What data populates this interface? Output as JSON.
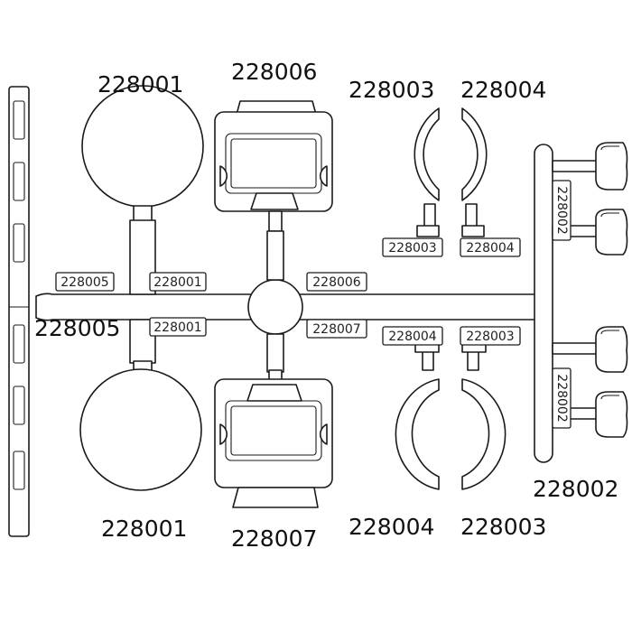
{
  "callouts": {
    "tl": "228001",
    "tc": "228006",
    "tr_a": "228003",
    "tr_b": "228004",
    "left_mid": "228005",
    "bl": "228001",
    "bc": "228007",
    "br_a": "228004",
    "br_b": "228003",
    "right_bottom": "228002"
  },
  "tags": {
    "runner_left": "228005",
    "runner_dome_top": "228001",
    "runner_dome_bottom": "228001",
    "runner_clip_top": "228006",
    "runner_clip_bottom": "228007",
    "ring_top_left": "228003",
    "ring_top_right": "228004",
    "ring_bottom_left": "228004",
    "ring_bottom_right": "228003",
    "right_upper": "228002",
    "right_lower": "228002"
  }
}
